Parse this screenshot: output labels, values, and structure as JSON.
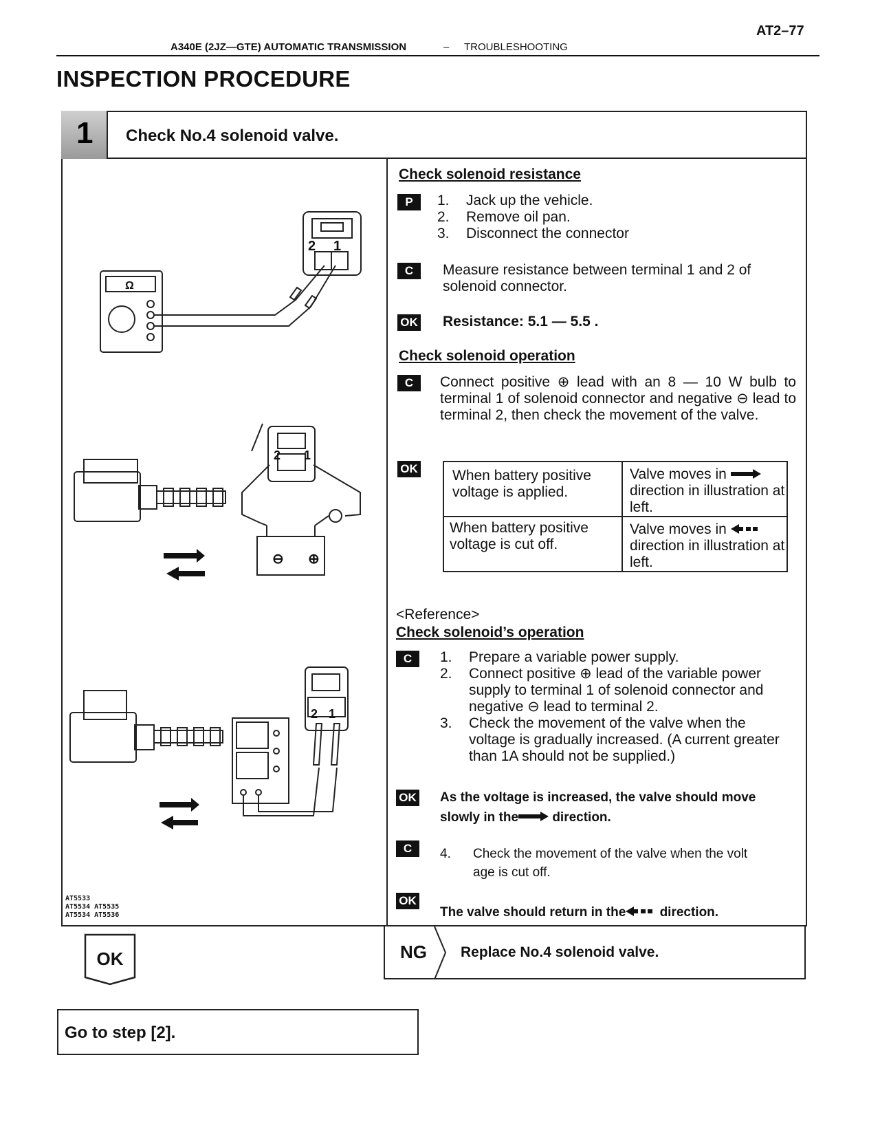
{
  "header": {
    "page_number": "AT2–77",
    "section": "A340E (2JZ—GTE) AUTOMATIC TRANSMISSION",
    "separator": "–",
    "chapter": "TROUBLESHOOTING"
  },
  "title": "INSPECTION PROCEDURE",
  "step": {
    "number": "1",
    "title": "Check No.4 solenoid valve."
  },
  "resistance": {
    "heading": "Check solenoid resistance",
    "prep_badge": "P",
    "prep_steps": [
      {
        "n": "1.",
        "text": "Jack up the vehicle."
      },
      {
        "n": "2.",
        "text": "Remove oil pan."
      },
      {
        "n": "3.",
        "text": "Disconnect the connector"
      }
    ],
    "check_badge": "C",
    "check_text": "Measure resistance between terminal 1 and 2 of solenoid connector.",
    "ok_badge": "OK",
    "ok_text": "Resistance:  5.1 — 5.5 ."
  },
  "operation": {
    "heading": "Check solenoid operation",
    "check_badge": "C",
    "check_text": "Connect positive ⊕ lead with an 8 — 10 W bulb to terminal 1 of solenoid connector and negative ⊖ lead to terminal 2, then check the movement of the valve.",
    "ok_badge": "OK",
    "table": [
      {
        "condition": "When battery positive voltage is applied.",
        "result_pre": "Valve moves in",
        "result_post": "direction in illustration at left."
      },
      {
        "condition": "When battery positive voltage is cut off.",
        "result_pre": "Valve moves in",
        "result_post": "direction in illustration at left."
      }
    ]
  },
  "reference": {
    "label": "<Reference>",
    "heading": "Check solenoid’s operation",
    "check_badge": "C",
    "steps": [
      {
        "n": "1.",
        "text": "Prepare a variable power supply."
      },
      {
        "n": "2.",
        "text": "Connect positive ⊕ lead of the variable power supply to terminal 1 of solenoid connector and negative ⊖ lead to terminal 2."
      },
      {
        "n": "3.",
        "text": "Check the movement of the valve when the voltage is gradually increased. (A current greater than 1A should not be supplied.)"
      }
    ],
    "ok_badge": "OK",
    "ok_line1": "As the voltage is increased, the valve should move",
    "ok_line2_pre": "slowly in the",
    "ok_line2_post": "direction.",
    "check2_badge": "C",
    "step4_n": "4.",
    "step4_line1": "Check the movement of the valve when the volt",
    "step4_line2": "age is cut off.",
    "ok2_badge": "OK",
    "ok2_pre": "The valve should return in the",
    "ok2_post": "direction."
  },
  "figure_codes": [
    "AT5533",
    "AT5534 AT5535",
    "AT5534 AT5536"
  ],
  "diagram_labels": {
    "terminal_2": "2",
    "terminal_1": "1",
    "ohm": "Ω",
    "minus": "⊖",
    "plus": "⊕"
  },
  "result": {
    "ok_label": "OK",
    "ng_label": "NG",
    "ng_text": "Replace No.4 solenoid valve.",
    "goto_text": "Go to step [2]."
  }
}
